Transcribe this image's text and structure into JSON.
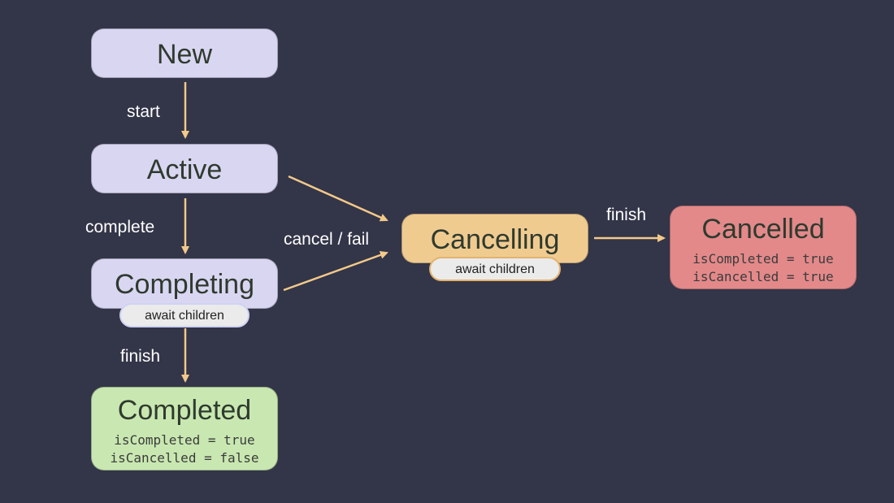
{
  "diagram": {
    "background_color": "#333548",
    "arrow_color": "#f2c98a",
    "states": {
      "new": {
        "title": "New",
        "color": "#d9d6f2"
      },
      "active": {
        "title": "Active",
        "color": "#d9d6f2"
      },
      "completing": {
        "title": "Completing",
        "color": "#d9d6f2",
        "badge": "await children"
      },
      "completed": {
        "title": "Completed",
        "color": "#c9e8b1",
        "props": [
          "isCompleted = true",
          "isCancelled = false"
        ]
      },
      "cancelling": {
        "title": "Cancelling",
        "color": "#f0cb90",
        "badge": "await children"
      },
      "cancelled": {
        "title": "Cancelled",
        "color": "#e3898a",
        "props": [
          "isCompleted = true",
          "isCancelled = true"
        ]
      }
    },
    "transitions": {
      "start": "start",
      "complete": "complete",
      "finish_completing": "finish",
      "cancel_fail": "cancel / fail",
      "finish_cancelling": "finish"
    }
  }
}
